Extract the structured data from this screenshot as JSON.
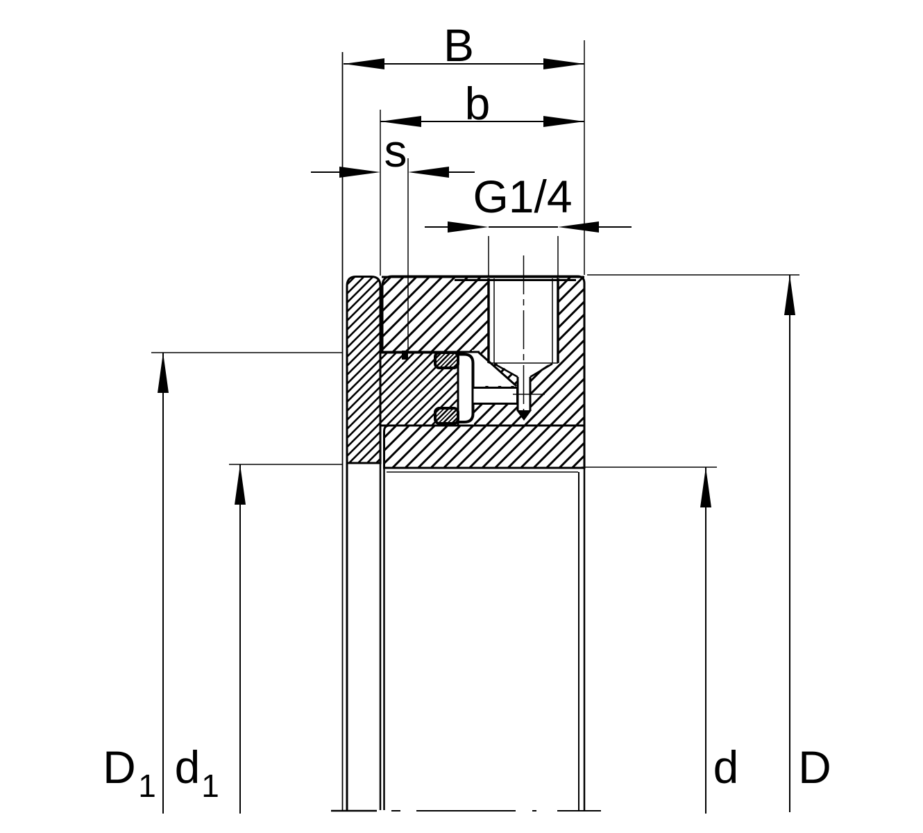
{
  "drawing": {
    "title": "bearing-unit-cross-section",
    "colors": {
      "line": "#000000",
      "background": "#ffffff"
    },
    "labels": {
      "B": "B",
      "b": "b",
      "s": "s",
      "G": "G1/4",
      "D1": {
        "base": "D",
        "sub": "1"
      },
      "d1": {
        "base": "d",
        "sub": "1"
      },
      "d": "d",
      "D": "D"
    }
  }
}
